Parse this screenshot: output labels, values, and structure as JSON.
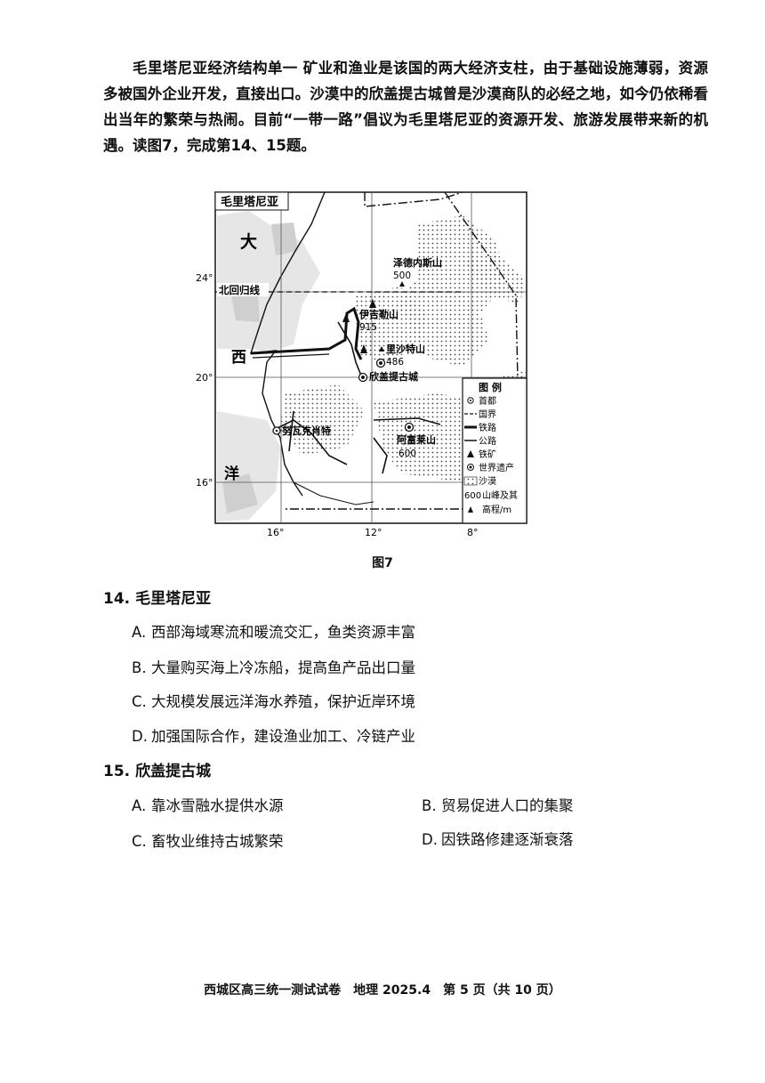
{
  "passage": "毛里塔尼亚经济结构单一 矿业和渔业是该国的两大经济支柱，由于基础设施薄弱，资源多被国外企业开发，直接出口。沙漠中的欣盖提古城曾是沙漠商队的必经之地，如今仍依稀看出当年的繁荣与热闹。目前“一带一路”倡议为毛里塔尼亚的资源开发、旅游发展带来新的机遇。读图7，完成第14、15题。",
  "map": {
    "country_label": "毛里塔尼亚",
    "ocean_char_1": "大",
    "ocean_char_2": "西",
    "ocean_char_3": "洋",
    "lat_24": "24°",
    "lat_20": "20°",
    "lat_16": "16°",
    "lon_16": "16°",
    "lon_12": "12°",
    "lon_8": "8°",
    "tropic_label": "北回归线",
    "peak1_name": "泽德内斯山",
    "peak1_elev": "500",
    "peak2_name": "伊吉勒山",
    "peak2_elev": "915",
    "peak3_name": "里沙特山",
    "peak3_elev": "486",
    "heritage_city": "欣盖提古城",
    "capital": "努瓦克肖特",
    "peak4_name": "阿富莱山",
    "peak4_elev": "600",
    "legend": {
      "title": "图 例",
      "capital": "首都",
      "border": "国界",
      "railway": "铁路",
      "road": "公路",
      "iron_mine": "铁矿",
      "world_heritage": "世界遗产",
      "desert": "沙漠",
      "peak_elev_num": "600",
      "peak_line1": "山峰及其",
      "peak_line2": "高程/m"
    }
  },
  "figure_caption": "图7",
  "q14": {
    "number": "14.",
    "stem": "毛里塔尼亚",
    "options": [
      {
        "letter": "A.",
        "text": "西部海域寒流和暖流交汇，鱼类资源丰富"
      },
      {
        "letter": "B.",
        "text": "大量购买海上冷冻船，提高鱼产品出口量"
      },
      {
        "letter": "C.",
        "text": "大规模发展远洋海水养殖，保护近岸环境"
      },
      {
        "letter": "D.",
        "text": "加强国际合作，建设渔业加工、冷链产业"
      }
    ]
  },
  "q15": {
    "number": "15.",
    "stem": "欣盖提古城",
    "options": [
      {
        "letter": "A.",
        "text": "靠冰雪融水提供水源"
      },
      {
        "letter": "B.",
        "text": "贸易促进人口的集聚"
      },
      {
        "letter": "C.",
        "text": "畜牧业维持古城繁荣"
      },
      {
        "letter": "D.",
        "text": "因铁路修建逐渐衰落"
      }
    ]
  },
  "footer": {
    "exam": "西城区高三统一测试试卷",
    "subject": "地理 2025.4",
    "page": "第 5 页（共 10 页）"
  }
}
